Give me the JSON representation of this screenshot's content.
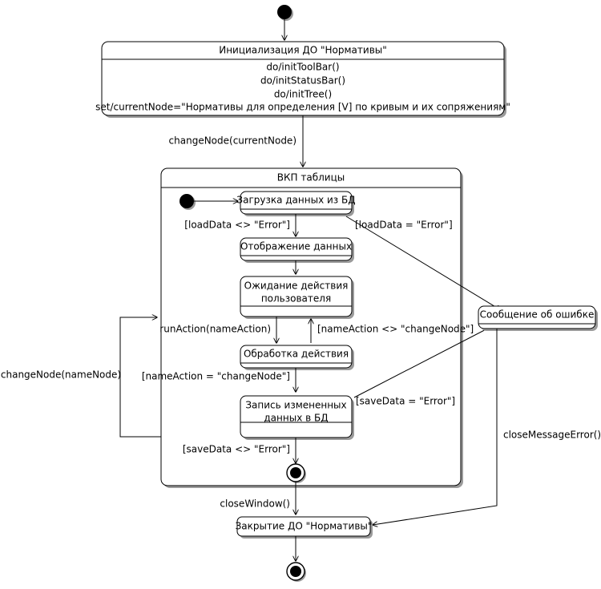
{
  "diagram": {
    "type": "uml-state-machine",
    "title": "",
    "language": "ru"
  },
  "states": {
    "init_node": {
      "name": "initial-pseudostate",
      "kind": "initial"
    },
    "initialization": {
      "title": "Инициализация ДО \"Нормативы\"",
      "actions": [
        "do/initToolBar()",
        "do/initStatusBar()",
        "do/initTree()",
        "set/currentNode=\"Нормативы для определения [V] по кривым и их сопряжениям\""
      ]
    },
    "composite": {
      "title": "ВКП таблицы"
    },
    "load_data": {
      "title": "Загрузка данных из БД"
    },
    "show_data": {
      "title": "Отображение данных"
    },
    "wait_action": {
      "title_line1": "Ожидание действия",
      "title_line2": "пользователя"
    },
    "process_action": {
      "title": "Обработка действия"
    },
    "save_data": {
      "title_line1": "Запись измененных",
      "title_line2": "данных в БД"
    },
    "error_message": {
      "title": "Сообщение об ошибке"
    },
    "closing": {
      "title": "Закрытие ДО \"Нормативы\""
    },
    "inner_final": {
      "name": "inner-final-state",
      "kind": "final"
    },
    "outer_final": {
      "name": "outer-final-state",
      "kind": "final"
    }
  },
  "transitions": {
    "init_to_initialization": "",
    "initialization_to_composite": "changeNode(currentNode)",
    "load_ok": "[loadData <> \"Error\"]",
    "load_error": "[loadData = \"Error\"]",
    "show_to_wait": "",
    "wait_to_process": "runAction(nameAction)",
    "process_to_wait": "[nameAction <> \"changeNode\"]",
    "process_to_save": "[nameAction = \"changeNode\"]",
    "save_ok": "[saveData <> \"Error\"]",
    "save_error": "[saveData = \"Error\"]",
    "self_loop": "changeNode(nameNode)",
    "close_window": "closeWindow()",
    "close_message_error": "closeMessageError()"
  },
  "colors": {
    "stroke": "#000000",
    "fill": "#ffffff",
    "shadow": "#9a9a9a",
    "background": "#ffffff"
  }
}
